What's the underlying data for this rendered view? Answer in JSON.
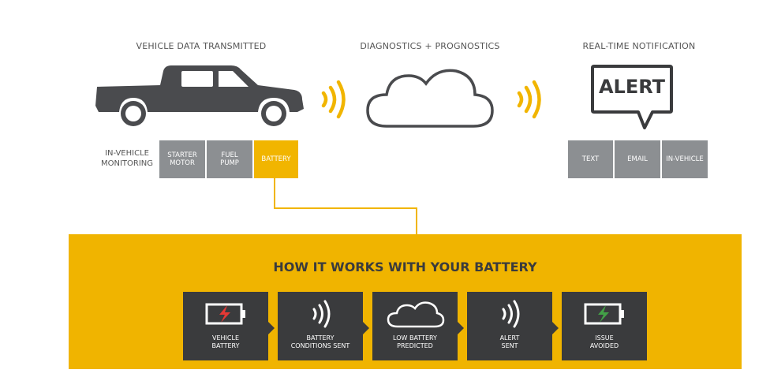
{
  "stages": {
    "vehicle": {
      "title": "VEHICLE DATA TRANSMITTED"
    },
    "diagnostics": {
      "title": "DIAGNOSTICS + PROGNOSTICS"
    },
    "notification": {
      "title": "REAL-TIME NOTIFICATION",
      "alert_text": "ALERT"
    }
  },
  "monitoring": {
    "label": "IN-VEHICLE\nMONITORING",
    "tiles": [
      "STARTER\nMOTOR",
      "FUEL\nPUMP",
      "BATTERY"
    ],
    "active_tile": "BATTERY"
  },
  "notification_channels": [
    "TEXT",
    "EMAIL",
    "IN-VEHICLE"
  ],
  "panel": {
    "title": "HOW IT WORKS WITH YOUR BATTERY",
    "steps": [
      {
        "label": "VEHICLE\nBATTERY",
        "icon": "battery-low-icon"
      },
      {
        "label": "BATTERY\nCONDITIONS SENT",
        "icon": "signal-waves-icon"
      },
      {
        "label": "LOW BATTERY\nPREDICTED",
        "icon": "cloud-icon"
      },
      {
        "label": "ALERT\nSENT",
        "icon": "signal-waves-icon"
      },
      {
        "label": "ISSUE\nAVOIDED",
        "icon": "battery-charged-icon"
      }
    ]
  },
  "colors": {
    "accent": "#f1b500",
    "dark": "#3a3b3d",
    "tile_gray": "#8c8f92",
    "battery_red": "#e53935",
    "battery_green": "#43a047"
  }
}
